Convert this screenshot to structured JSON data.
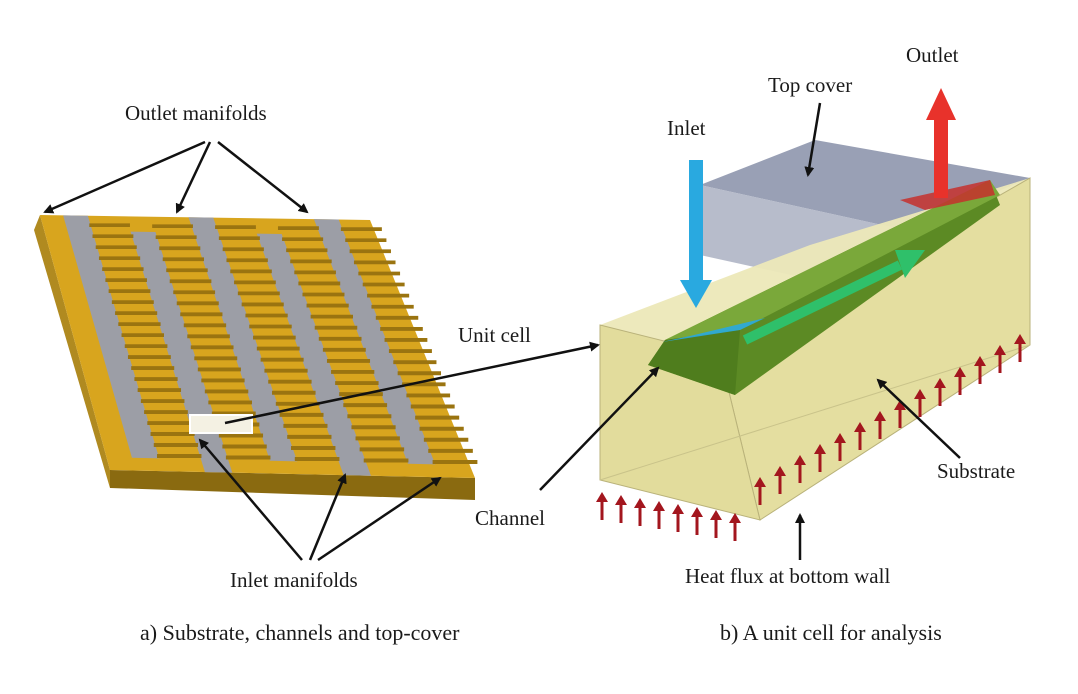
{
  "labels": {
    "outlet_manifolds": "Outlet manifolds",
    "inlet_manifolds": "Inlet manifolds",
    "unit_cell": "Unit cell",
    "top_cover": "Top cover",
    "inlet": "Inlet",
    "outlet": "Outlet",
    "substrate": "Substrate",
    "channel": "Channel",
    "heat_flux": "Heat flux at bottom wall"
  },
  "captions": {
    "a": "a) Substrate, channels and top-cover",
    "b": "b) A unit cell for analysis"
  },
  "colors": {
    "substrate_gold": "#d8a51e",
    "manifold_gray": "#9c9ea6",
    "cell_yellow": "#e6e1a4",
    "channel_green": "#4f7d1d",
    "inlet_blue": "#29a9e0",
    "outlet_red": "#e8322b",
    "flow_green": "#2fc06a",
    "heat_arrow": "#a3161e",
    "top_cover": "#8e96ad"
  }
}
